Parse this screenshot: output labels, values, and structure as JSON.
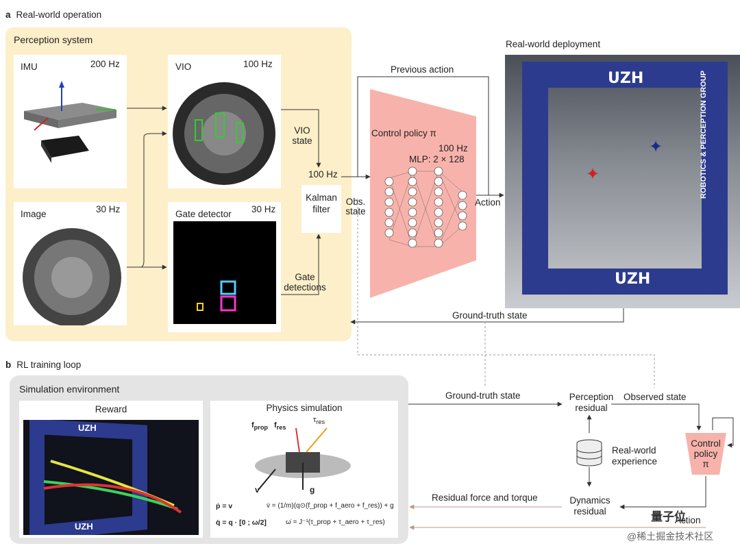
{
  "section_a": {
    "letter": "a",
    "title": "Real-world operation"
  },
  "section_b": {
    "letter": "b",
    "title": "RL training loop"
  },
  "perception": {
    "title": "Perception system",
    "imu": {
      "label": "IMU",
      "rate": "200 Hz"
    },
    "image": {
      "label": "Image",
      "rate": "30 Hz"
    },
    "vio": {
      "label": "VIO",
      "rate": "100 Hz"
    },
    "gate_detector": {
      "label": "Gate detector",
      "rate": "30 Hz"
    },
    "vio_state_1": "VIO",
    "vio_state_2": "state",
    "gate_det_1": "Gate",
    "gate_det_2": "detections",
    "kalman_rate": "100 Hz",
    "kalman_1": "Kalman",
    "kalman_2": "filter",
    "obs_1": "Obs.",
    "obs_2": "state"
  },
  "policy": {
    "previous_action": "Previous action",
    "title": "Control policy π",
    "rate": "100 Hz",
    "mlp": "MLP: 2 × 128",
    "action": "Action"
  },
  "deployment": {
    "title": "Real-world deployment",
    "gate_text_top": "UZH",
    "gate_text_bottom": "UZH",
    "side_text": "ROBOTICS & PERCEPTION GROUP"
  },
  "ground_truth_state_a": "Ground-truth state",
  "simulation": {
    "title": "Simulation environment",
    "reward": "Reward",
    "reward_gate_top": "UZH",
    "reward_gate_bottom": "UZH",
    "physics": "Physics simulation",
    "f_prop_1": "f",
    "f_prop_sub": "prop",
    "f_res": "f",
    "f_res_sub": "res",
    "tau_res": "τ",
    "tau_res_sub": "res",
    "v": "v",
    "g": "g",
    "eq1_left": "ṗ = v",
    "eq1_right": "v̇ = (1/m)(q⊙(f_prop + f_aero + f_res)) + g",
    "eq2_left": "q̇ = q · [0 ; ω/2]",
    "eq2_right": "ω̇ = J⁻¹(τ_prop + τ_aero + τ_res)"
  },
  "rl": {
    "ground_truth_state": "Ground-truth state",
    "perception_residual_1": "Perception",
    "perception_residual_2": "residual",
    "observed_state": "Observed state",
    "real_world_1": "Real-world",
    "real_world_2": "experience",
    "dynamics_residual_1": "Dynamics",
    "dynamics_residual_2": "residual",
    "residual_force": "Residual force and torque",
    "policy_1": "Control",
    "policy_2": "policy",
    "policy_3": "π",
    "action": "Action"
  },
  "watermark": {
    "line1": "量子位",
    "line2": "@稀土掘金技术社区"
  },
  "colors": {
    "perception_bg": "#fcefc9",
    "policy_fill": "#f7b3ab",
    "sim_bg": "#e4e4e4",
    "arrow": "#333333",
    "residual_arrow": "#b89a8a"
  }
}
